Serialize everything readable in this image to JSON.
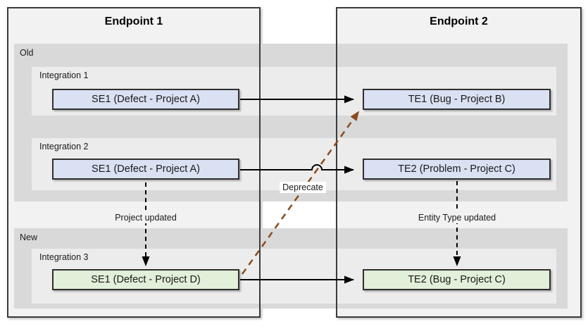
{
  "endpoints": [
    {
      "title": "Endpoint 1"
    },
    {
      "title": "Endpoint 2"
    }
  ],
  "groups": {
    "old": {
      "label": "Old"
    },
    "new": {
      "label": "New"
    }
  },
  "integrations": [
    {
      "label": "Integration 1"
    },
    {
      "label": "Integration 2"
    },
    {
      "label": "Integration 3"
    }
  ],
  "entities": {
    "se1_integration1": "SE1 (Defect - Project A)",
    "te1_integration1": "TE1 (Bug - Project B)",
    "se1_integration2": "SE1 (Defect - Project A)",
    "te2_integration2": "TE2 (Problem - Project C)",
    "se1_integration3": "SE1 (Defect - Project D)",
    "te2_integration3": "TE2 (Bug - Project C)"
  },
  "annotations": {
    "project_updated": "Project updated",
    "entity_type_updated": "Entity Type updated",
    "deprecate": "Deprecate"
  },
  "colors": {
    "accent-blue": "#dae1f3",
    "accent-green": "#e2efd9",
    "band-gray": "#d9d9d9",
    "strip-gray": "#ececec",
    "panel-gray": "#f2f2f2",
    "border-dark": "#3b3b3b",
    "brown": "#8a4a1d"
  }
}
